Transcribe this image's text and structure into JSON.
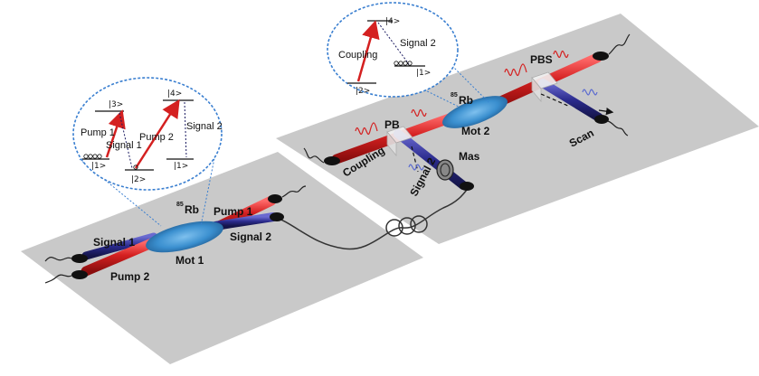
{
  "labels": {
    "signal1": "Signal 1",
    "pump2": "Pump 2",
    "mot1": "Mot 1",
    "pump1": "Pump 1",
    "signal2": "Signal 2",
    "rb_mass": "85",
    "rb_element": "Rb",
    "coupling": "Coupling",
    "pb": "PB",
    "mot2": "Mot 2",
    "pbs": "PBS",
    "mas": "Mas",
    "scan": "Scan"
  },
  "inset_left": {
    "level3": "|3>",
    "level4": "|4>",
    "pump1": "Pump 1",
    "signal1": "Signal 1",
    "pump2": "Pump 2",
    "signal2": "Signal 2",
    "level1_left": "|1>",
    "level2": "|2>",
    "level1_right": "|1>"
  },
  "inset_right": {
    "level4": "|4>",
    "coupling": "Coupling",
    "signal2": "Signal 2",
    "level1": "|1>",
    "level2": "|2>"
  },
  "colors": {
    "platform": "#c9c9c9",
    "pump_beam": "#d42020",
    "signal_beam": "#2a2a8c",
    "atom_cloud": "#3a8fcf",
    "inset_border": "#3a7fd0",
    "fiber": "#333333"
  }
}
